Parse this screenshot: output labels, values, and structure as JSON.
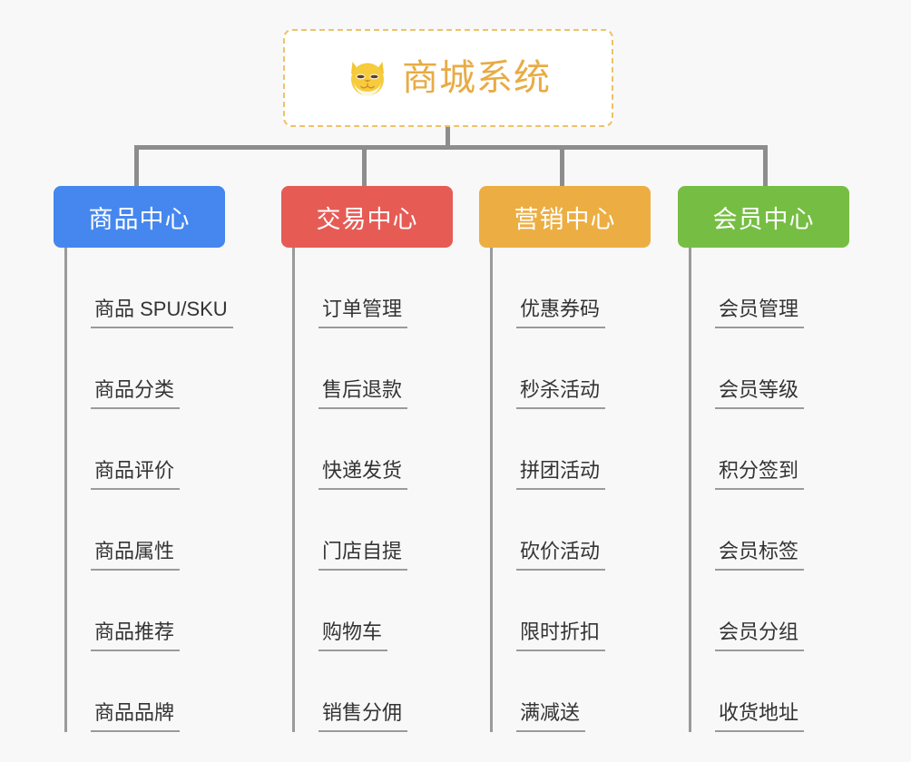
{
  "canvas": {
    "background": "#f8f8f8",
    "connector_color": "#8d8d8d"
  },
  "root": {
    "title": "商城系统",
    "icon": "shiba-dog-face-emoji",
    "text_color": "#e8ab44",
    "border_color": "#eec268",
    "background": "#ffffff"
  },
  "columns": [
    {
      "id": "product-center",
      "title": "商品中心",
      "color": "#4587ee",
      "items": [
        "商品 SPU/SKU",
        "商品分类",
        "商品评价",
        "商品属性",
        "商品推荐",
        "商品品牌"
      ]
    },
    {
      "id": "trade-center",
      "title": "交易中心",
      "color": "#e65c55",
      "items": [
        "订单管理",
        "售后退款",
        "快递发货",
        "门店自提",
        "购物车",
        "销售分佣"
      ]
    },
    {
      "id": "marketing-center",
      "title": "营销中心",
      "color": "#ecae43",
      "items": [
        "优惠券码",
        "秒杀活动",
        "拼团活动",
        "砍价活动",
        "限时折扣",
        "满减送"
      ]
    },
    {
      "id": "member-center",
      "title": "会员中心",
      "color": "#76be43",
      "items": [
        "会员管理",
        "会员等级",
        "积分签到",
        "会员标签",
        "会员分组",
        "收货地址"
      ]
    }
  ]
}
